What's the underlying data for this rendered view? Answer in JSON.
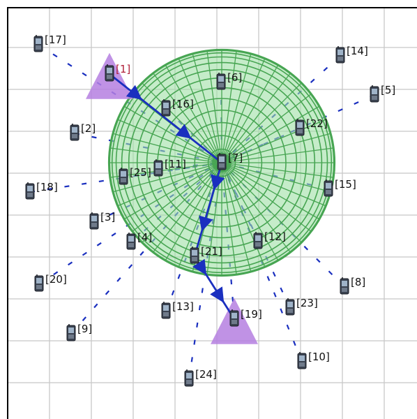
{
  "colors": {
    "background": "#ffffff",
    "grid": "#c8c8c8",
    "frame": "#000000",
    "sphere_fill": "#9fe0a5",
    "sphere_line": "#47a552",
    "link": "#1a2fbf",
    "anchor_fill": "#b57fe0",
    "label": "#111111",
    "selected_label": "#b0203a"
  },
  "sphere_center_id": "7",
  "selected_node": "1",
  "anchor_nodes": [
    "1",
    "19"
  ],
  "nodes": [
    {
      "id": "1",
      "label": "[1]",
      "icon": "mobile-phone-icon"
    },
    {
      "id": "2",
      "label": "[2]",
      "icon": "mobile-phone-icon"
    },
    {
      "id": "3",
      "label": "[3]",
      "icon": "mobile-phone-icon"
    },
    {
      "id": "4",
      "label": "[4]",
      "icon": "mobile-phone-icon"
    },
    {
      "id": "5",
      "label": "[5]",
      "icon": "mobile-phone-icon"
    },
    {
      "id": "6",
      "label": "[6]",
      "icon": "mobile-phone-icon"
    },
    {
      "id": "7",
      "label": "[7]",
      "icon": "mobile-phone-icon"
    },
    {
      "id": "8",
      "label": "[8]",
      "icon": "mobile-phone-icon"
    },
    {
      "id": "9",
      "label": "[9]",
      "icon": "mobile-phone-icon"
    },
    {
      "id": "10",
      "label": "[10]",
      "icon": "mobile-phone-icon"
    },
    {
      "id": "11",
      "label": "[11]",
      "icon": "mobile-phone-icon"
    },
    {
      "id": "12",
      "label": "[12]",
      "icon": "mobile-phone-icon"
    },
    {
      "id": "13",
      "label": "[13]",
      "icon": "mobile-phone-icon"
    },
    {
      "id": "14",
      "label": "[14]",
      "icon": "mobile-phone-icon"
    },
    {
      "id": "15",
      "label": "[15]",
      "icon": "mobile-phone-icon"
    },
    {
      "id": "16",
      "label": "[16]",
      "icon": "mobile-phone-icon"
    },
    {
      "id": "17",
      "label": "[17]",
      "icon": "mobile-phone-icon"
    },
    {
      "id": "18",
      "label": "[18]",
      "icon": "mobile-phone-icon"
    },
    {
      "id": "19",
      "label": "[19]",
      "icon": "mobile-phone-icon"
    },
    {
      "id": "20",
      "label": "[20]",
      "icon": "mobile-phone-icon"
    },
    {
      "id": "21",
      "label": "[21]",
      "icon": "mobile-phone-icon"
    },
    {
      "id": "22",
      "label": "[22]",
      "icon": "mobile-phone-icon"
    },
    {
      "id": "23",
      "label": "[23]",
      "icon": "mobile-phone-icon"
    },
    {
      "id": "24",
      "label": "[24]",
      "icon": "mobile-phone-icon"
    },
    {
      "id": "25",
      "label": "[25]",
      "icon": "mobile-phone-icon"
    }
  ],
  "dashed_links_to_center": [
    "1",
    "2",
    "3",
    "4",
    "5",
    "6",
    "8",
    "9",
    "10",
    "11",
    "12",
    "13",
    "14",
    "15",
    "16",
    "17",
    "18",
    "19",
    "20",
    "21",
    "22",
    "23",
    "24",
    "25"
  ],
  "route": [
    "1",
    "7",
    "21",
    "19"
  ]
}
